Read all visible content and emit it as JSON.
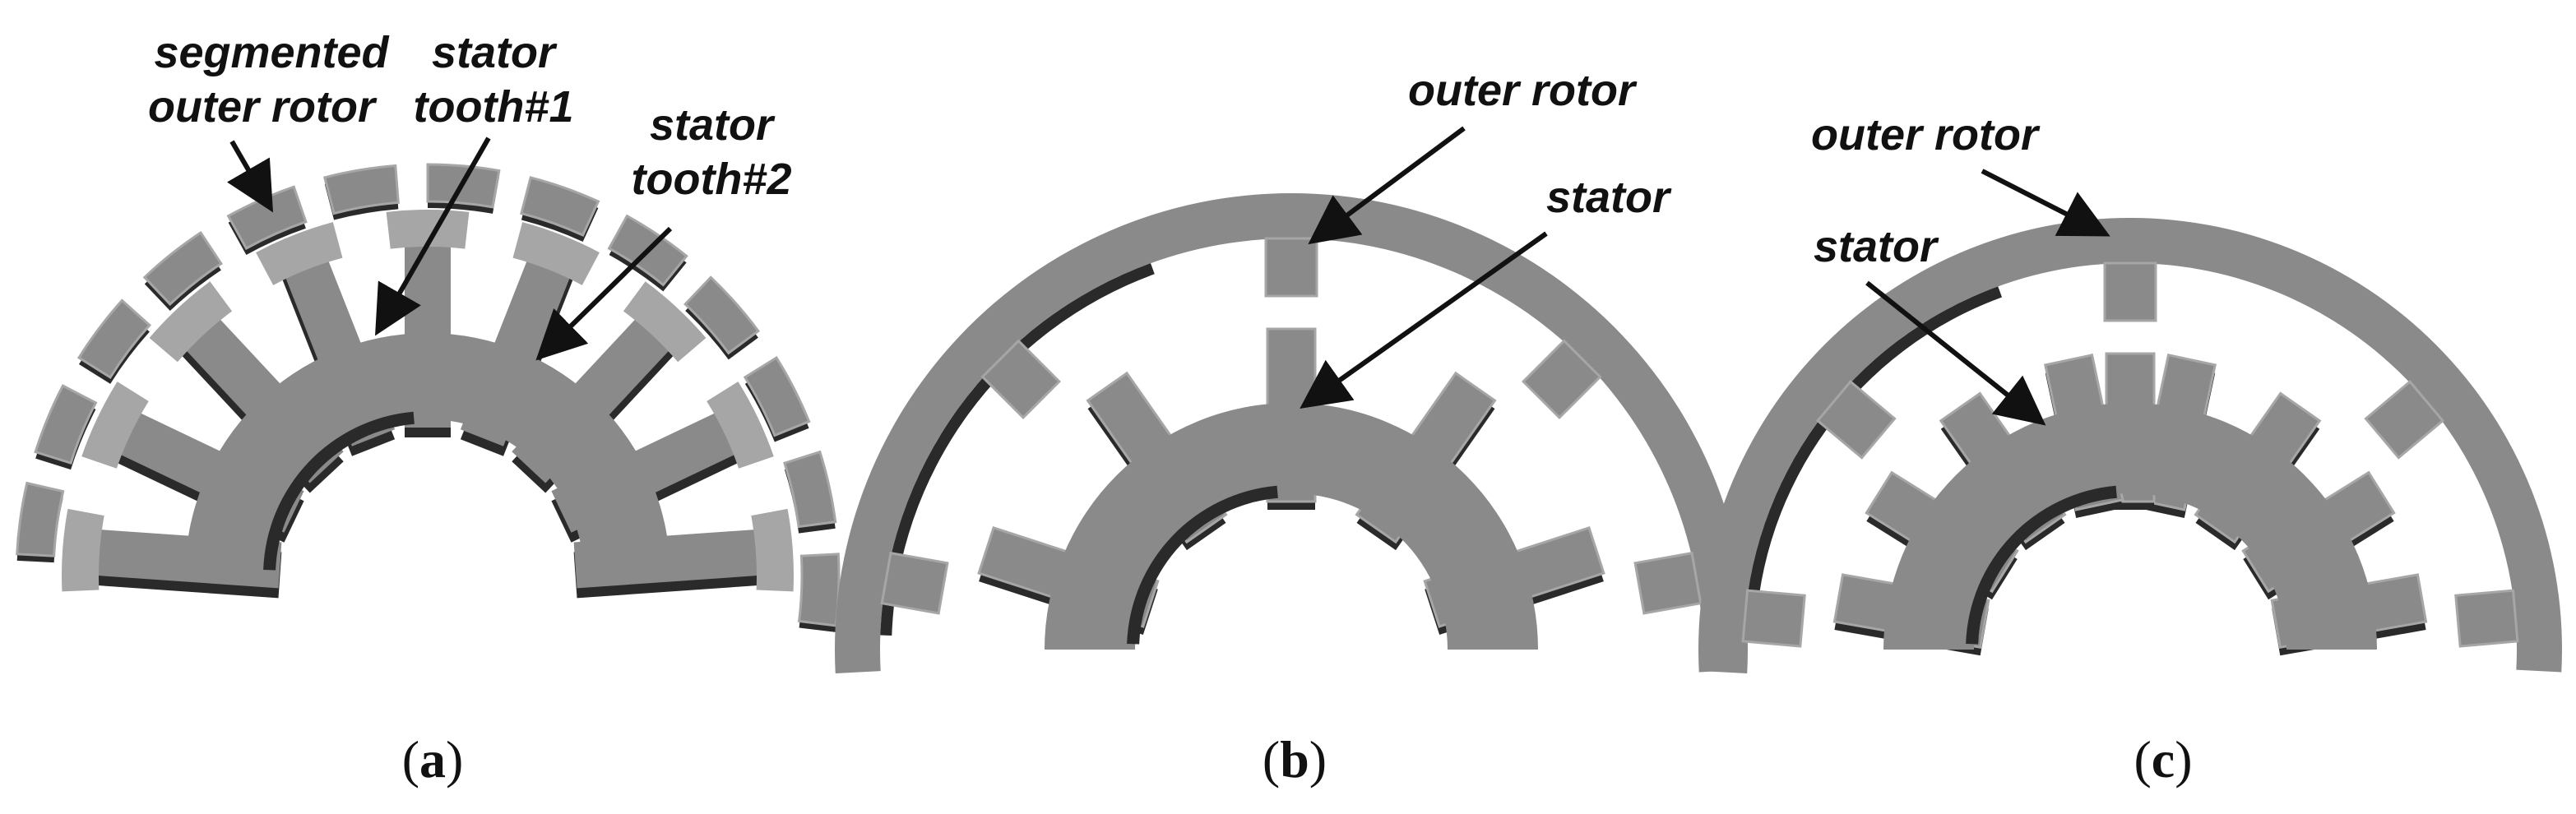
{
  "colors": {
    "steel_face": "#8a8a8a",
    "steel_top": "#a6a6a6",
    "steel_shadow": "#2a2a2a",
    "ink": "#111111"
  },
  "panel_a": {
    "labels": {
      "segmented_outer_rotor_line1": "segmented",
      "segmented_outer_rotor_line2": "outer rotor",
      "stator_tooth1_line1": "stator",
      "stator_tooth1_line2": "tooth#1",
      "stator_tooth2_line1": "stator",
      "stator_tooth2_line2": "tooth#2"
    },
    "caption": {
      "open": "(",
      "letter": "a",
      "close": ")"
    }
  },
  "panel_b": {
    "labels": {
      "outer_rotor": "outer rotor",
      "stator": "stator"
    },
    "caption": {
      "open": "(",
      "letter": "b",
      "close": ")"
    }
  },
  "panel_c": {
    "labels": {
      "outer_rotor": "outer rotor",
      "stator": "stator"
    },
    "caption": {
      "open": "(",
      "letter": "c",
      "close": ")"
    }
  }
}
